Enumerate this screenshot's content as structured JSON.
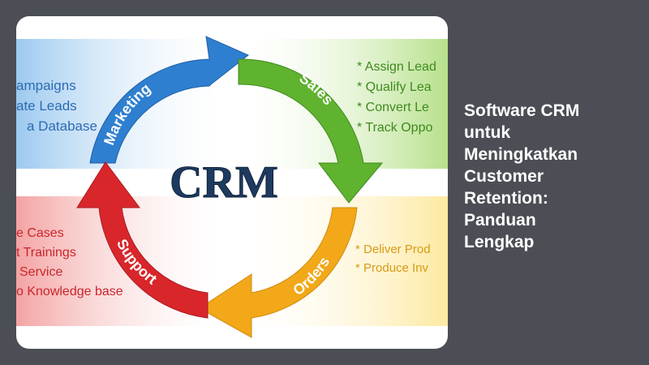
{
  "article": {
    "title_lines": [
      "Software CRM",
      "untuk",
      "Meningkatkan",
      "Customer",
      "Retention:",
      "Panduan",
      "Lengkap"
    ]
  },
  "diagram": {
    "center_text": "CRM",
    "stages": {
      "marketing": {
        "label": "Marketing",
        "color": "#2f7fd0",
        "items": [
          "ampaigns",
          "ate Leads",
          "a Database"
        ]
      },
      "sales": {
        "label": "Sales",
        "color": "#5fb32e",
        "items": [
          "* Assign Lead",
          "* Qualify Lea",
          "* Convert Le",
          "* Track Oppo"
        ]
      },
      "orders": {
        "label": "Orders",
        "color": "#f2a818",
        "items": [
          "* Deliver Prod",
          "* Produce Inv"
        ]
      },
      "support": {
        "label": "Support",
        "color": "#d8262b",
        "items": [
          "e Cases",
          "t Trainings",
          "Service",
          "o Knowledge base"
        ]
      }
    }
  }
}
